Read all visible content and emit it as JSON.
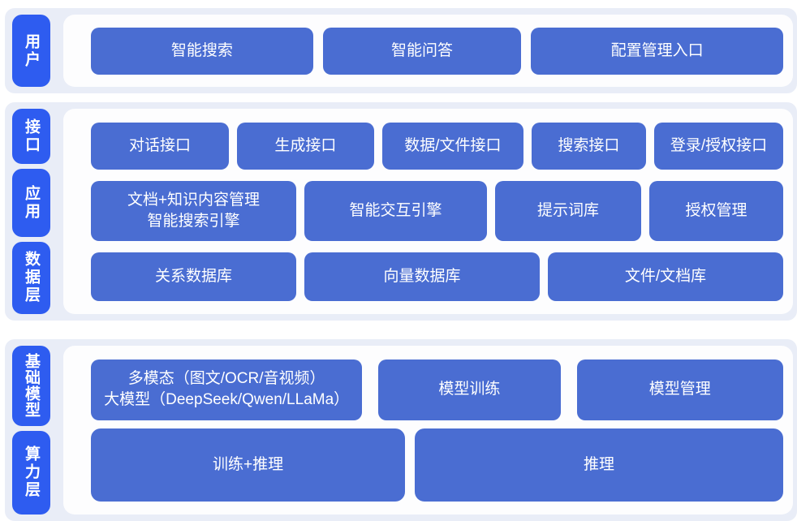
{
  "colors": {
    "label_blue": "#2e5cf0",
    "button_blue": "#4a6dd2",
    "section_bg": "#e9edf7",
    "panel_bg": "#fdfdfe",
    "text": "#ffffff"
  },
  "sections": [
    {
      "name": "user-layer",
      "labels": [
        {
          "text": "用户"
        }
      ],
      "rows": [
        {
          "buttons": [
            {
              "label": "智能搜索"
            },
            {
              "label": "智能问答"
            },
            {
              "label": "配置管理入口"
            }
          ]
        }
      ]
    },
    {
      "name": "api-application-data-layers",
      "labels": [
        {
          "text": "接口"
        },
        {
          "text": "应用"
        },
        {
          "text": "数据层"
        }
      ],
      "rows": [
        {
          "buttons": [
            {
              "label": "对话接口"
            },
            {
              "label": "生成接口"
            },
            {
              "label": "数据/文件接口"
            },
            {
              "label": "搜索接口"
            },
            {
              "label": "登录/授权接口"
            }
          ]
        },
        {
          "buttons": [
            {
              "label": "文档+知识内容管理",
              "label2": "智能搜索引擎"
            },
            {
              "label": "智能交互引擎"
            },
            {
              "label": "提示词库"
            },
            {
              "label": "授权管理"
            }
          ]
        },
        {
          "buttons": [
            {
              "label": "关系数据库"
            },
            {
              "label": "向量数据库"
            },
            {
              "label": "文件/文档库"
            }
          ]
        }
      ]
    },
    {
      "name": "foundation-model-compute-layers",
      "labels": [
        {
          "text": "基础模型"
        },
        {
          "text": "算力层"
        }
      ],
      "rows": [
        {
          "buttons": [
            {
              "label": "多模态（图文/OCR/音视频）",
              "label2": "大模型（DeepSeek/Qwen/LLaMa）"
            },
            {
              "label": "模型训练"
            },
            {
              "label": "模型管理"
            }
          ]
        },
        {
          "buttons": [
            {
              "label": "训练+推理"
            },
            {
              "label": "推理"
            }
          ]
        }
      ]
    }
  ]
}
